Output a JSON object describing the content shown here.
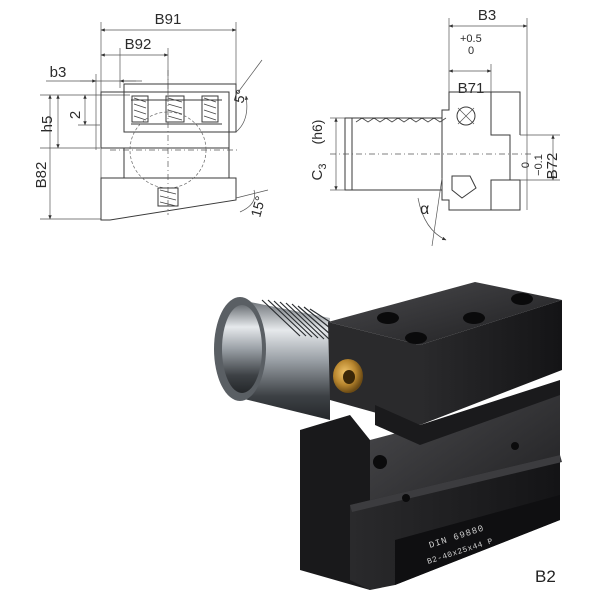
{
  "drawing": {
    "front_view": {
      "b91": "B91",
      "b92": "B92",
      "b3": "b3",
      "h5": "h5",
      "two": "2",
      "b82": "B82",
      "angle_top": "5°",
      "angle_bottom": "15°"
    },
    "side_view": {
      "b3": "B3",
      "tol_plus": "+0.5",
      "tol_zero": "0",
      "b71": "B71",
      "c3": "C",
      "c3_sub": "3",
      "h6": "(h6)",
      "tol_b72_zero": "0",
      "tol_b72_minus": "−0.1",
      "b72": "B72",
      "alpha": "α"
    }
  },
  "product_photo": {
    "engraving_line1": "DIN 69880",
    "engraving_line2": "B2-40x25x44 P",
    "model_label": "B2"
  },
  "colors": {
    "line": "#3a3a3a",
    "body_dark": "#1c1c1e",
    "shank_steel": "#9aa0a6",
    "brass": "#b8862e"
  }
}
